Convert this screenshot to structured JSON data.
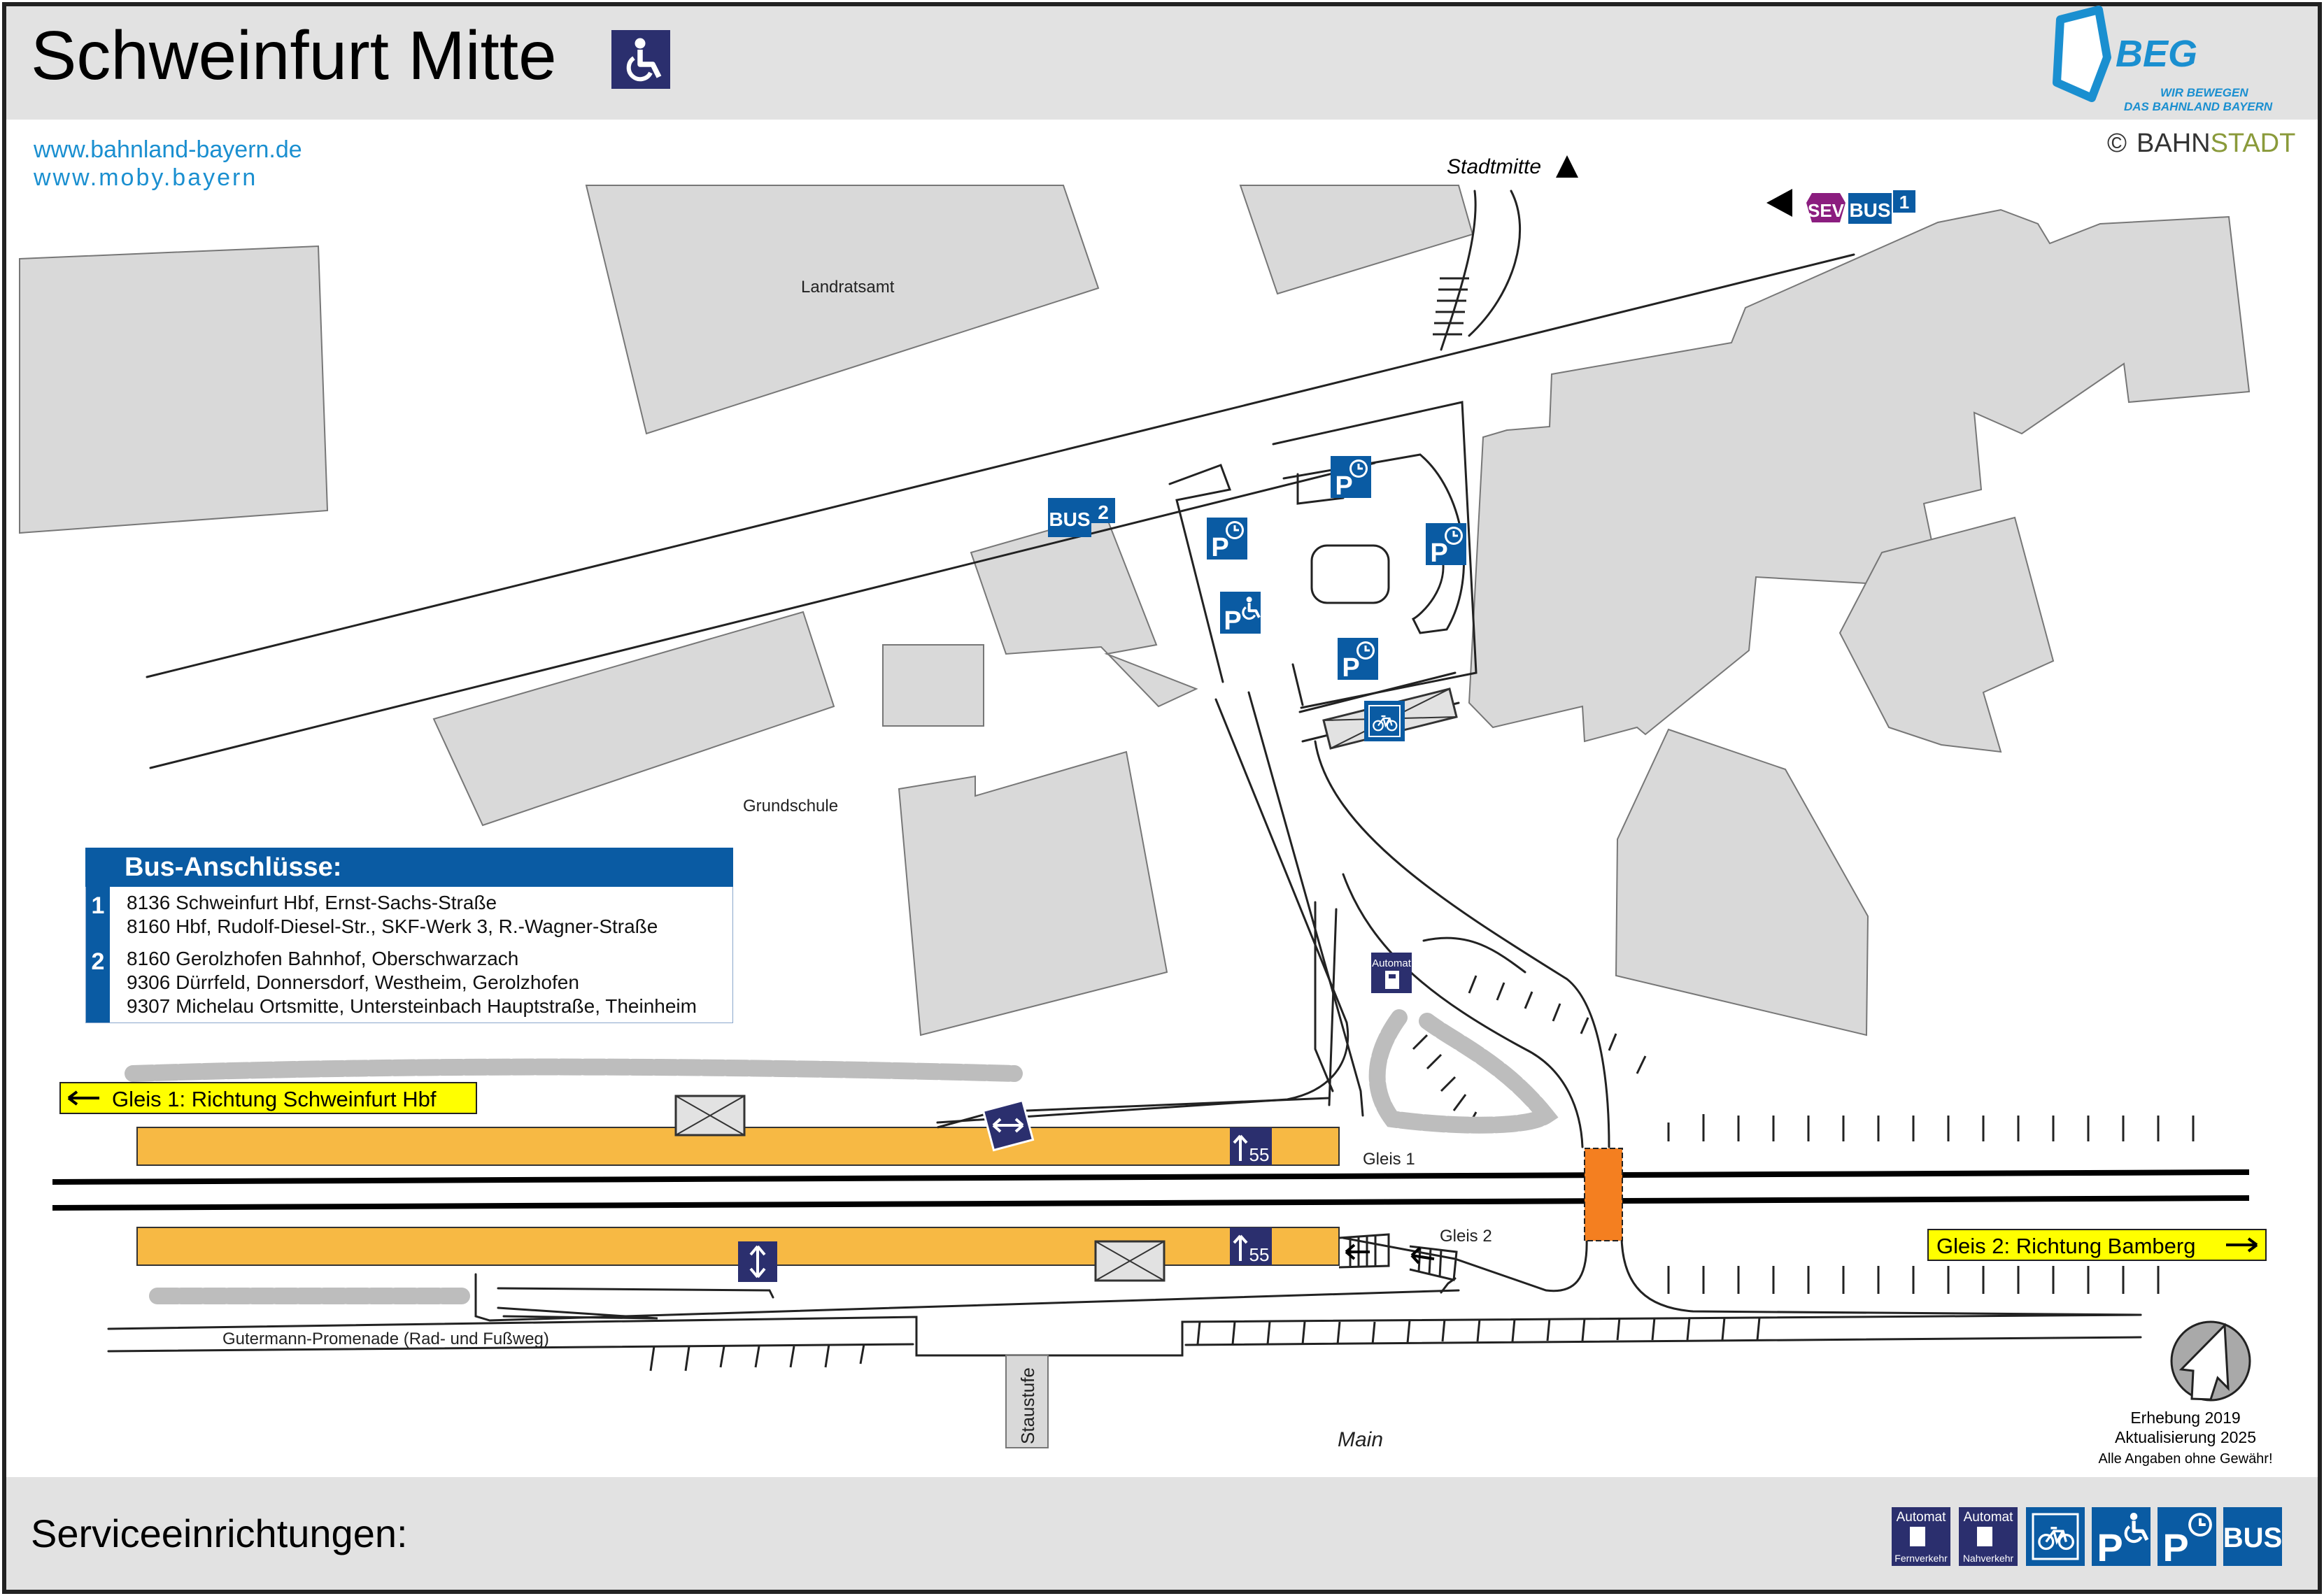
{
  "header": {
    "title": "Schweinfurt Mitte",
    "brand_name": "BEG",
    "brand_tagline_1": "WIR BEWEGEN",
    "brand_tagline_2": "DAS BAHNLAND BAYERN",
    "copyright_symbol": "©",
    "copyright_brand_1": "BAHN",
    "copyright_brand_2": "STADT"
  },
  "links": [
    "www.bahnland-bayern.de",
    "www.moby.bayern"
  ],
  "labels": {
    "stadtmitte": "Stadtmitte",
    "landratsamt": "Landratsamt",
    "grundschule": "Grundschule",
    "gleis1": "Gleis 1",
    "gleis2": "Gleis 2",
    "promenade": "Gutermann-Promenade (Rad- und Fußweg)",
    "staustufe": "Staustufe",
    "main": "Main",
    "sev": "SEV",
    "bus": "BUS",
    "bus_stop_1": "1",
    "bus_stop_2": "2",
    "parking": "P",
    "automat": "Automat",
    "lift_55_a": "55",
    "lift_55_b": "55"
  },
  "directions": {
    "gleis1": "Gleis 1: Richtung Schweinfurt Hbf",
    "gleis2": "Gleis 2: Richtung Bamberg"
  },
  "bus_connections": {
    "title": "Bus-Anschlüsse:",
    "groups": [
      {
        "num": "1",
        "lines": [
          "8136 Schweinfurt Hbf, Ernst-Sachs-Straße",
          "8160 Hbf, Rudolf-Diesel-Str., SKF-Werk 3, R.-Wagner-Straße"
        ]
      },
      {
        "num": "2",
        "lines": [
          "8160 Gerolzhofen Bahnhof, Oberschwarzach",
          "9306 Dürrfeld, Donnersdorf, Westheim, Gerolzhofen",
          "9307 Michelau Ortsmitte, Untersteinbach Hauptstraße, Theinheim"
        ]
      }
    ]
  },
  "footer_note": {
    "line1": "Erhebung 2019",
    "line2": "Aktualisierung 2025",
    "line3": "Alle Angaben ohne Gewähr!"
  },
  "services": {
    "title": "Serviceeinrichtungen:",
    "automat_label": "Automat",
    "automat_1_sub": "Fernverkehr",
    "automat_2_sub": "Nahverkehr",
    "parking": "P",
    "bus": "BUS"
  },
  "colors": {
    "platform": "#f7b944",
    "sign_blue": "#0a5ba3",
    "sign_navy": "#2b2f6e",
    "sev_purple": "#8b1d7f",
    "crossing": "#f47f20",
    "building": "#d9d9d9",
    "band": "#e2e2e2",
    "direction_sign": "#ffff00",
    "link": "#1a8fd0"
  },
  "icons": [
    "wheelchair-icon",
    "parking-icon",
    "clock-icon",
    "bicycle-icon",
    "lift-icon",
    "ticket-machine-icon",
    "shelter-icon",
    "north-arrow-icon"
  ]
}
